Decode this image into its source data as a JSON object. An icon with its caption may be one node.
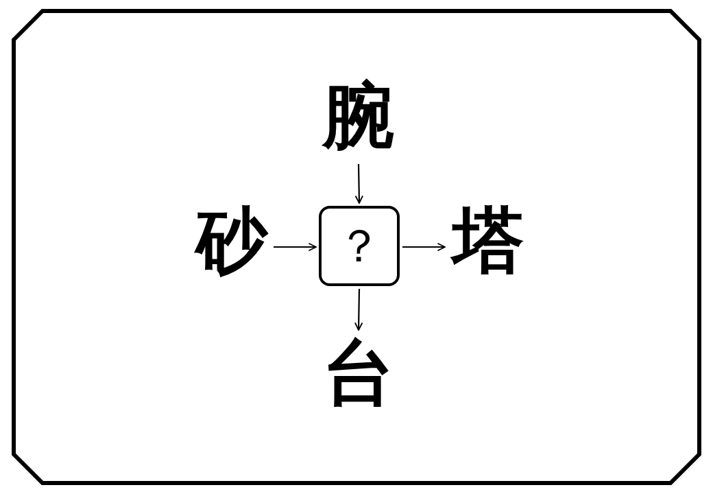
{
  "diagram": {
    "nodes": [
      {
        "text": [
          "腕"
        ]
      },
      {
        "text": [
          "砂"
        ]
      },
      {
        "text": [
          "？"
        ]
      },
      {
        "text": [
          "塔"
        ]
      },
      {
        "text": [
          "台"
        ]
      }
    ],
    "edges": [
      {
        "from": 0,
        "to": 2,
        "arrow": "to"
      },
      {
        "from": 1,
        "to": 2,
        "arrow": "to"
      },
      {
        "from": 2,
        "to": 3,
        "arrow": "to"
      },
      {
        "from": 2,
        "to": 4,
        "arrow": "to"
      }
    ]
  }
}
